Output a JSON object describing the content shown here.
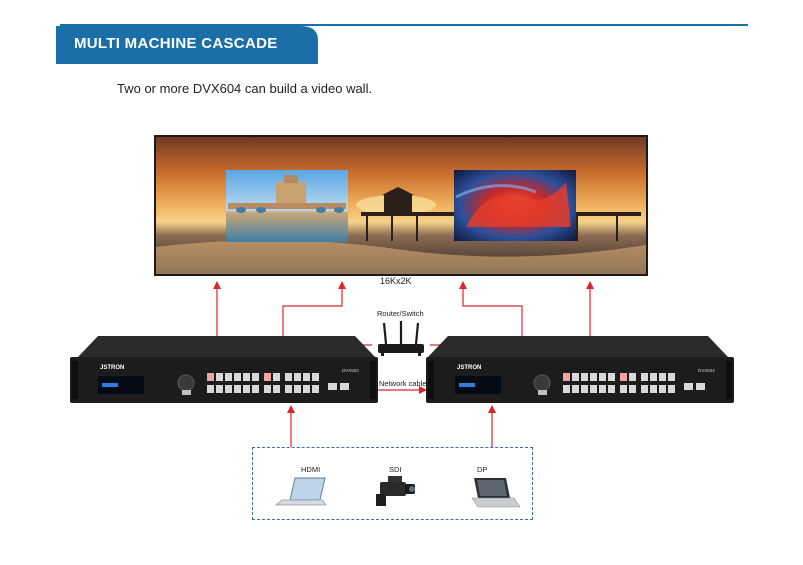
{
  "header": {
    "title": "MULTI MACHINE CASCADE",
    "subtitle": "Two or more DVX604 can build a video wall."
  },
  "video_wall": {
    "resolution_label": "16Kx2K"
  },
  "network": {
    "router_label": "Router/Switch",
    "cable_label": "Network cable"
  },
  "processors": [
    {
      "brand": "JSTRON",
      "model": "DVX604"
    },
    {
      "brand": "JSTRON",
      "model": "DVX604"
    }
  ],
  "sources": [
    {
      "label": "HDMI",
      "icon": "laptop-icon"
    },
    {
      "label": "SDI",
      "icon": "camcorder-icon"
    },
    {
      "label": "DP",
      "icon": "notebook-icon"
    }
  ],
  "colors": {
    "accent": "#1a6fa8",
    "arrow": "#d9262c",
    "frame": "#3b6ea5"
  }
}
